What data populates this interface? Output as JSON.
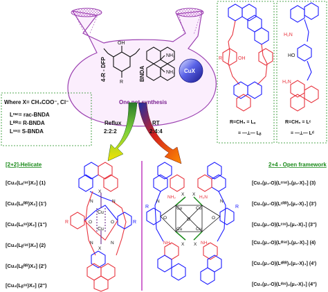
{
  "flask": {
    "label_dfp": "4-R - DFP",
    "label_bnda": "BNDA",
    "label_r": "R",
    "label_oh": "OH",
    "label_nh2a": "NH₂",
    "label_nh2b": "NH₂",
    "metal_label": "CuX",
    "caption": "One pot synthesis"
  },
  "legend": {
    "where": "Where X= CH₃COO⁻, Cl⁻",
    "rac": "Lʳᵃᶜ= rac-BNDA",
    "rr": "Lᴿᴿ= R-BNDA",
    "ss": "Lˢˢ= S-BNDA"
  },
  "conditions": {
    "reflux_label": "Reflux",
    "reflux_ratio": "2:2:2",
    "rt_label": "RT",
    "rt_ratio": "2:4:4"
  },
  "ligands": {
    "left_r": "R",
    "left_oh": "OH",
    "left_caption": "R=CH₃ = Lₐ",
    "left_sub": "= —⟂— Lᵦ",
    "right_ho": "HO",
    "right_h2n_top": "H₂N",
    "right_h2n_bot": "H₂N",
    "right_caption": "R=CH₃ = Lᶜ",
    "right_sub": "= —⟂— Lᵈ"
  },
  "helicate": {
    "heading": "[2+2]-Helicate",
    "items": [
      "[Cu₂(Lₐʳᵃᶜ)X₂] (1)",
      "[Cu₂(Lₐᴿᴿ)X₂] (1')",
      "[Cu₂(Lₐˢˢ)X₂] (1'')",
      "[Cu₂(Lᵦʳᵃᶜ)X₂] (2)",
      "[Cu₂(Lᵦᴿᴿ)X₂] (2')",
      "[Cu₂(Lᵦˢˢ)X₂] (2'')"
    ],
    "r_left": "R",
    "r_right": "R",
    "cu_top": "Cu",
    "cu_bot": "Cu",
    "x_top": "X",
    "x_bot": "X",
    "o1": "O",
    "o2": "O",
    "n1": "N",
    "n2": "N",
    "n3": "N",
    "n4": "N"
  },
  "framework": {
    "heading": "2+4 - Open framework",
    "items": [
      "[Cu₄(μ₄-O)(Lᶜʳᵃᶜ)₂(μ₂-X)₄] (3)",
      "[Cu₄(μ₄-O)(Lᶜᴿᴿ)₂(μ₂-X)₄] (3')",
      "[Cu₄(μ₄-O)(Lᶜˢˢ)₂(μ₂-X)₄] (3'')",
      "[Cu₄(μ₄-O)(Lᵈʳᵃᶜ)₂(μ₂-X)₄] (4)",
      "[Cu₄(μ₄-O)(Lᵈᴿᴿ)₂(μ₂-X)₄] (4')",
      "[Cu₄(μ₄-O)(Lᵈˢˢ)₂(μ₂-X)₄] (4'')"
    ],
    "cu1": "Cu",
    "cu2": "Cu",
    "cu3": "Cu",
    "cu4": "Cu",
    "o_center": "O",
    "o_left": "O",
    "o_right": "O",
    "x1": "X",
    "x2": "X",
    "x3": "X",
    "x4": "X",
    "nh2_1": "NH₂",
    "nh2_2": "H₂N",
    "nh2_3": "NH₂",
    "nh2_4": "NH₂",
    "r_left": "R",
    "r_right": "R",
    "n1": "N",
    "n2": "N"
  },
  "colors": {
    "blue": "#1a1aff",
    "red": "#e8323c",
    "green": "#1a8a1a",
    "purple": "#c03cc0",
    "flask_line": "#9a3fb0"
  }
}
